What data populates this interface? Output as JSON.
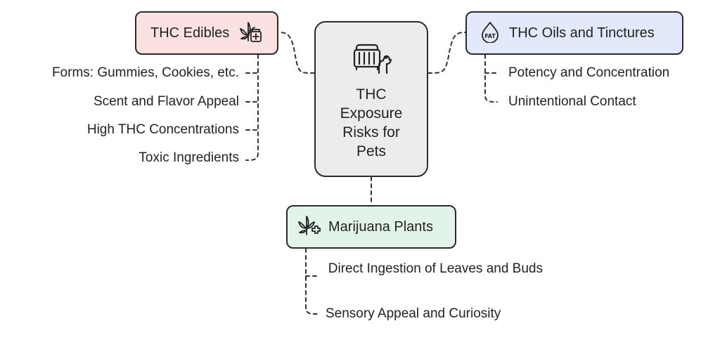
{
  "center": {
    "title": "THC Exposure Risks for Pets",
    "icon": "pet-carrier-with-dog-icon"
  },
  "branches": {
    "edibles": {
      "label": "THC Edibles",
      "icon": "cannabis-leaf-with-package-icon",
      "color": "#fbe1df",
      "items": [
        "Forms: Gummies, Cookies, etc.",
        "Scent and Flavor Appeal",
        "High THC Concentrations",
        "Toxic Ingredients"
      ]
    },
    "oils": {
      "label": "THC Oils and Tinctures",
      "icon": "fat-drop-icon",
      "color": "#e1e9fb",
      "items": [
        "Potency and Concentration",
        "Unintentional Contact"
      ]
    },
    "plants": {
      "label": "Marijuana Plants",
      "icon": "cannabis-leaf-plus-icon",
      "color": "#e2f4ea",
      "items": [
        "Direct Ingestion of Leaves and Buds",
        "Sensory Appeal and Curiosity"
      ]
    }
  }
}
